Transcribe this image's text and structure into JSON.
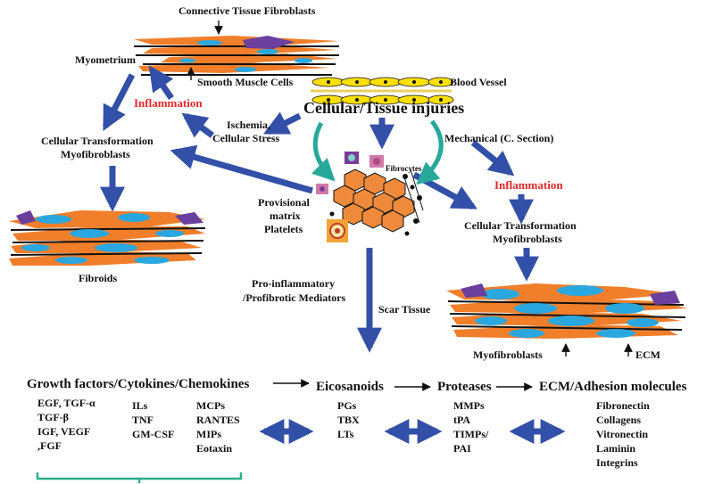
{
  "colors": {
    "arrow": "#3350a8",
    "inflammation": "#e3262b",
    "muscle_orange": "#f07e2a",
    "cyan": "#2aa7df",
    "purple": "#6a3f9e",
    "vessel_yellow": "#ffe000",
    "cell_orange": "#ef8a3c",
    "green_arrow": "#27a89a",
    "bracket": "#2bb08c"
  },
  "labels": {
    "connective_fibroblasts": "Connective Tissue Fibroblasts",
    "myometrium": "Myometrium",
    "smooth_muscle": "Smooth Muscle Cells",
    "blood_vessel": "Blood Vessel",
    "inflammation_left": "Inflammation",
    "cellular_injuries": "Cellular/Tissue injuries",
    "ischemia_1": "Ischemia,",
    "ischemia_2": "Cellular Stress",
    "mechanical": "Mechanical (C. Section)",
    "transform_left_1": "Cellular Transformation",
    "transform_left_2": "Myofibroblasts",
    "fibrocytes": "Fibrocytes",
    "provisional_1": "Provisional",
    "provisional_2": "matrix",
    "provisional_3": "Platelets",
    "inflammation_right": "Inflammation",
    "transform_right_1": "Cellular Transformation",
    "transform_right_2": "Myofibroblasts",
    "fibroids": "Fibroids",
    "mediators_1": "Pro-inflammatory",
    "mediators_2": "/Profibrotic Mediators",
    "scar_tissue": "Scar Tissue",
    "myofibroblasts_bottom": "Myofibroblasts",
    "ecm": "ECM",
    "growth_factors": "Growth factors/Cytokines/Chemokines",
    "eicosanoids": "Eicosanoids",
    "proteases": "Proteases",
    "ecm_adhesion": "ECM/Adhesion molecules"
  },
  "lists": {
    "growth_col1": [
      "EGF, TGF-α",
      "TGF-β",
      "IGF, VEGF",
      ",FGF"
    ],
    "growth_col2": [
      "ILs",
      "TNF",
      "GM-CSF"
    ],
    "growth_col3": [
      "MCPs",
      "RANTES",
      "MIPs",
      "Eotaxin"
    ],
    "eicosanoids": [
      "PGs",
      "TBX",
      "LTs"
    ],
    "proteases": [
      "MMPs",
      "tPA",
      "TIMPs/",
      "PAI"
    ],
    "ecm_molecules": [
      "Fibronectin",
      "Collagens",
      "Vitronectin",
      "Laminin",
      "Integrins"
    ]
  }
}
